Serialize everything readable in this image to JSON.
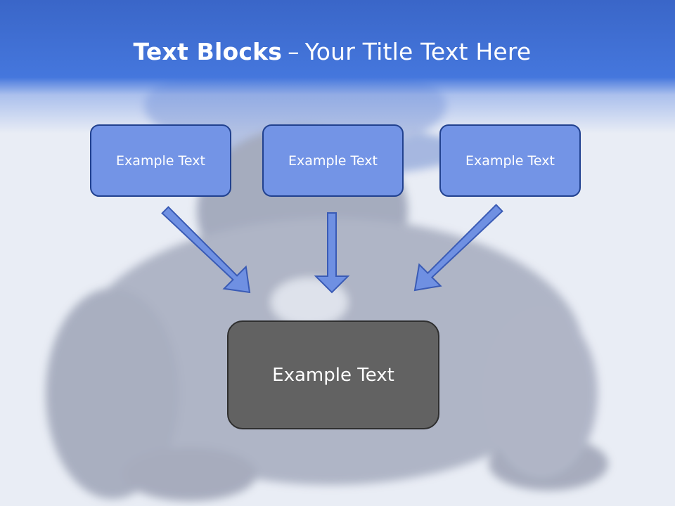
{
  "title": {
    "bold": "Text Blocks",
    "separator": "–",
    "rest": "Your Title Text Here"
  },
  "blocks": [
    {
      "label": "Example Text"
    },
    {
      "label": "Example Text"
    },
    {
      "label": "Example Text"
    }
  ],
  "target": {
    "label": "Example Text"
  },
  "colors": {
    "header": "#4577dd",
    "block_fill": "#7394e6",
    "block_border": "#21418f",
    "target_fill": "#626262",
    "arrow_fill": "#6f90e2",
    "arrow_stroke": "#3a5bb5"
  },
  "icons": [
    "down-right-arrow-icon",
    "down-arrow-icon",
    "down-left-arrow-icon"
  ]
}
